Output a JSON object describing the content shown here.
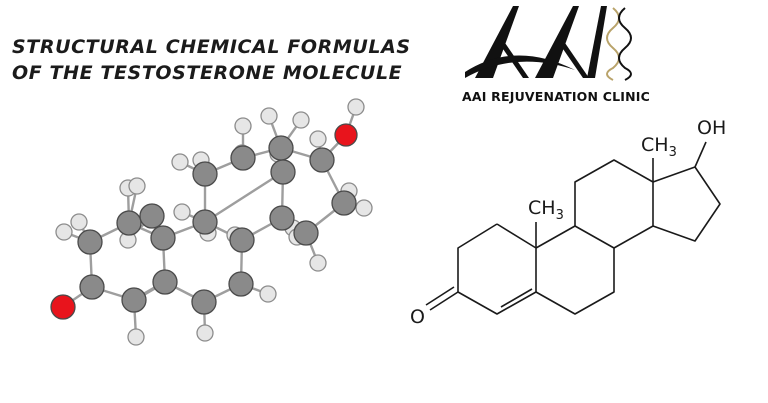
{
  "title": {
    "line1": "Structural chemical formulas",
    "line2": "of the testosterone molecule"
  },
  "logo": {
    "text": "AAI REJUVENATION CLINIC",
    "brand_color": "#111111",
    "accent_color": "#b9a36a"
  },
  "skeletal": {
    "methyl_1": "CH",
    "methyl_1_sub": "3",
    "methyl_2": "CH",
    "methyl_2_sub": "3",
    "hydroxyl": "OH",
    "ketone": "O"
  },
  "colors": {
    "carbon": "#8a8a8a",
    "hydrogen": "#e6e6e6",
    "oxygen": "#e8141c",
    "bond": "#9e9e9e"
  }
}
